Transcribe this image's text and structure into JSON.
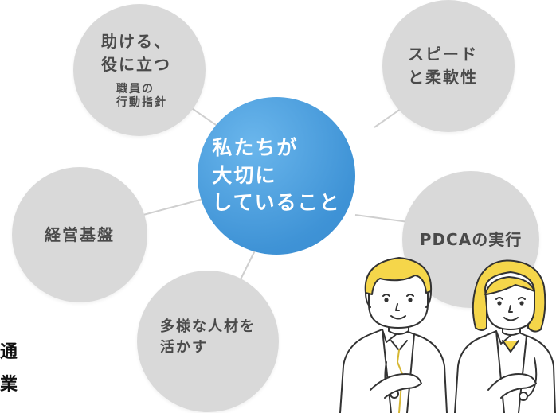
{
  "center": {
    "text": "私たちが\n大切に\nしていること"
  },
  "bubbles": [
    {
      "id": "help",
      "title": "助ける、\n役に立つ",
      "subtitle": "職員の\n行動指針"
    },
    {
      "id": "speed",
      "title": "スピード\nと柔軟性"
    },
    {
      "id": "management",
      "title": "経営基盤"
    },
    {
      "id": "pdca",
      "title": "PDCAの実行"
    },
    {
      "id": "diversity",
      "title": "多様な人材を\n活かす"
    }
  ],
  "edge_text": [
    "通",
    "業"
  ],
  "colors": {
    "center_blue": "#3f93d6",
    "bubble_gray": "#d9d9d9",
    "bubble_text": "#555555",
    "hair_yellow": "#f5d64a",
    "line": "#333333"
  },
  "icons": [
    "doctor-male-illustration",
    "doctor-female-illustration"
  ]
}
